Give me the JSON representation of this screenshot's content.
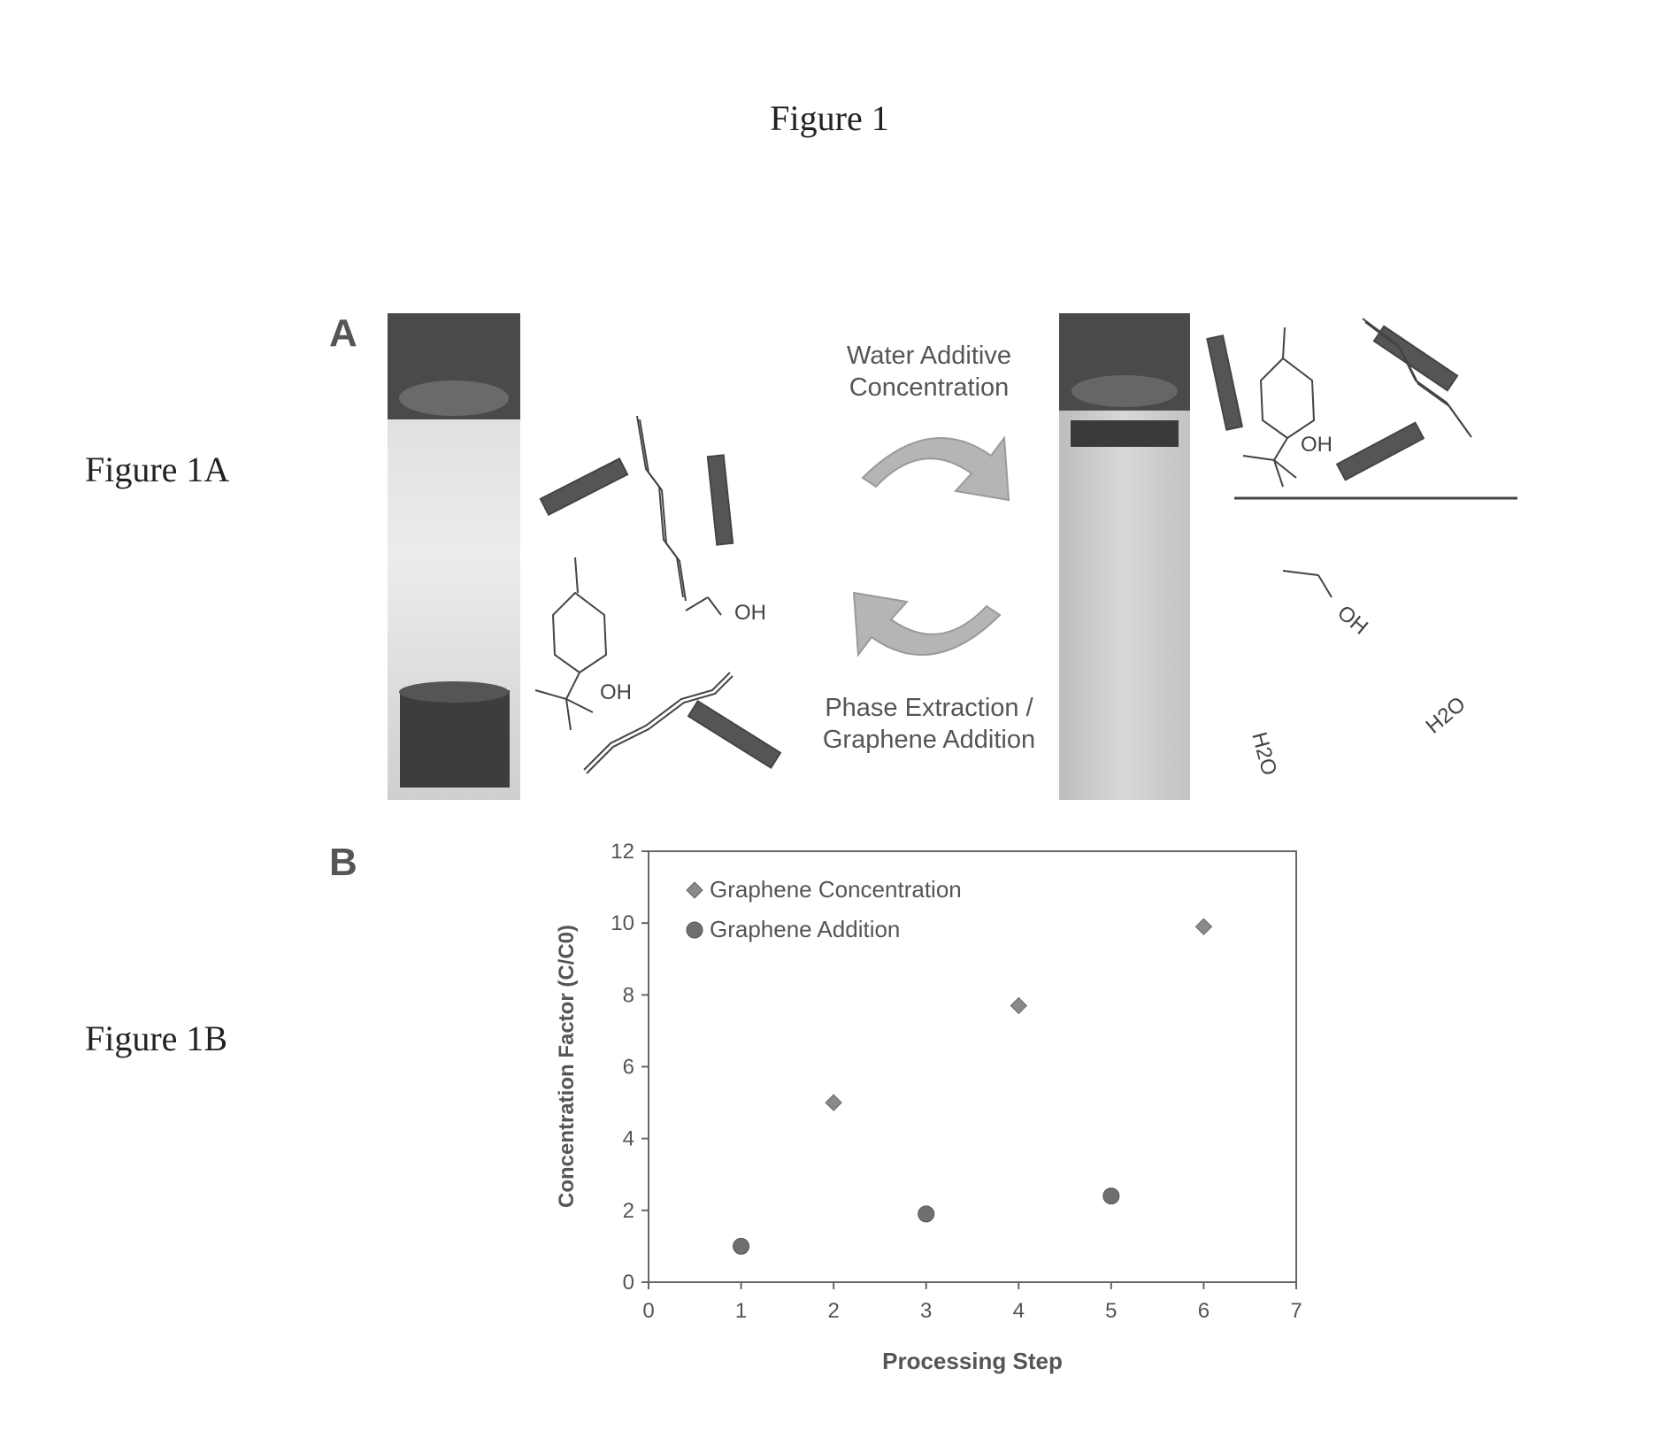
{
  "page_title": "Figure 1",
  "labels": {
    "fig_1a": "Figure 1A",
    "fig_1b": "Figure 1B",
    "panel_a": "A",
    "panel_b": "B"
  },
  "schematic": {
    "top_caption_line1": "Water Additive",
    "top_caption_line2": "Concentration",
    "bottom_caption_line1": "Phase Extraction /",
    "bottom_caption_line2": "Graphene Addition",
    "oh_label": "OH",
    "water_label": "H2O"
  },
  "chart_data": {
    "type": "scatter",
    "xlabel": "Processing Step",
    "ylabel": "Concentration Factor (C/C0)",
    "xlim": [
      0,
      7
    ],
    "ylim": [
      0,
      12
    ],
    "xticks": [
      "0",
      "1",
      "2",
      "3",
      "4",
      "5",
      "6",
      "7"
    ],
    "yticks": [
      "0",
      "2",
      "4",
      "6",
      "8",
      "10",
      "12"
    ],
    "legend_position": "top-left",
    "grid": false,
    "series": [
      {
        "name": "Graphene Concentration",
        "marker": "diamond",
        "points": [
          [
            2,
            5.0
          ],
          [
            4,
            7.7
          ],
          [
            6,
            9.9
          ]
        ]
      },
      {
        "name": "Graphene Addition",
        "marker": "circle",
        "points": [
          [
            1,
            1.0
          ],
          [
            3,
            1.9
          ],
          [
            5,
            2.4
          ]
        ]
      }
    ]
  }
}
